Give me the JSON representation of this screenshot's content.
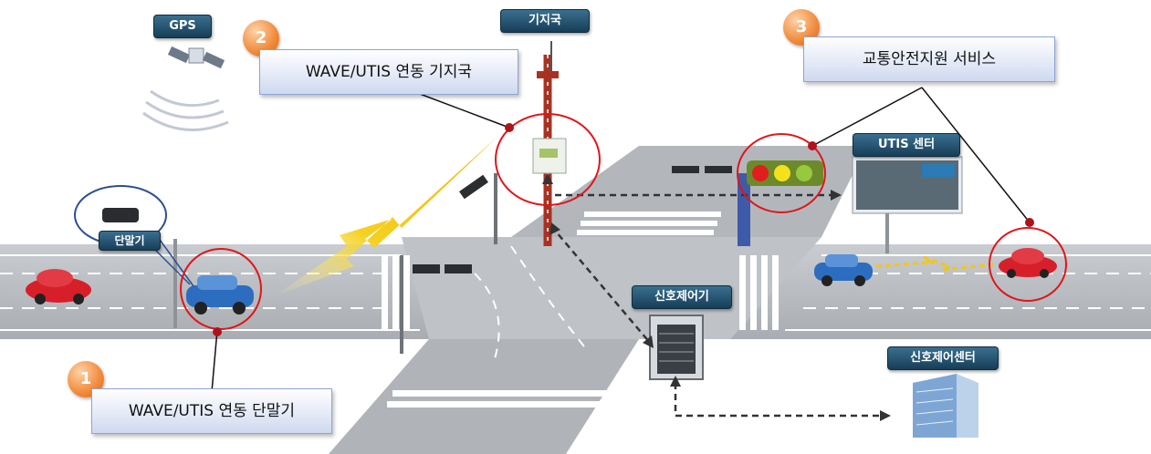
{
  "labels": {
    "gps": "GPS",
    "base_station": "기지국",
    "utis_center": "UTIS 센터",
    "terminal": "단말기",
    "signal_controller": "신호제어기",
    "signal_control_center": "신호제어센터"
  },
  "callouts": [
    {
      "number": "1",
      "text": "WAVE/UTIS  연동  단말기"
    },
    {
      "number": "2",
      "text": "WAVE/UTIS  연동  기지국"
    },
    {
      "number": "3",
      "text": "교통안전지원  서비스"
    }
  ],
  "colors": {
    "road": "#b9bdc2",
    "highlight_circle": "#e0161b",
    "tag_bg": "#234d6a",
    "callout_border": "#8ea4d6",
    "badge": "#f08a3a",
    "signal_wave": "#f2c51b"
  }
}
